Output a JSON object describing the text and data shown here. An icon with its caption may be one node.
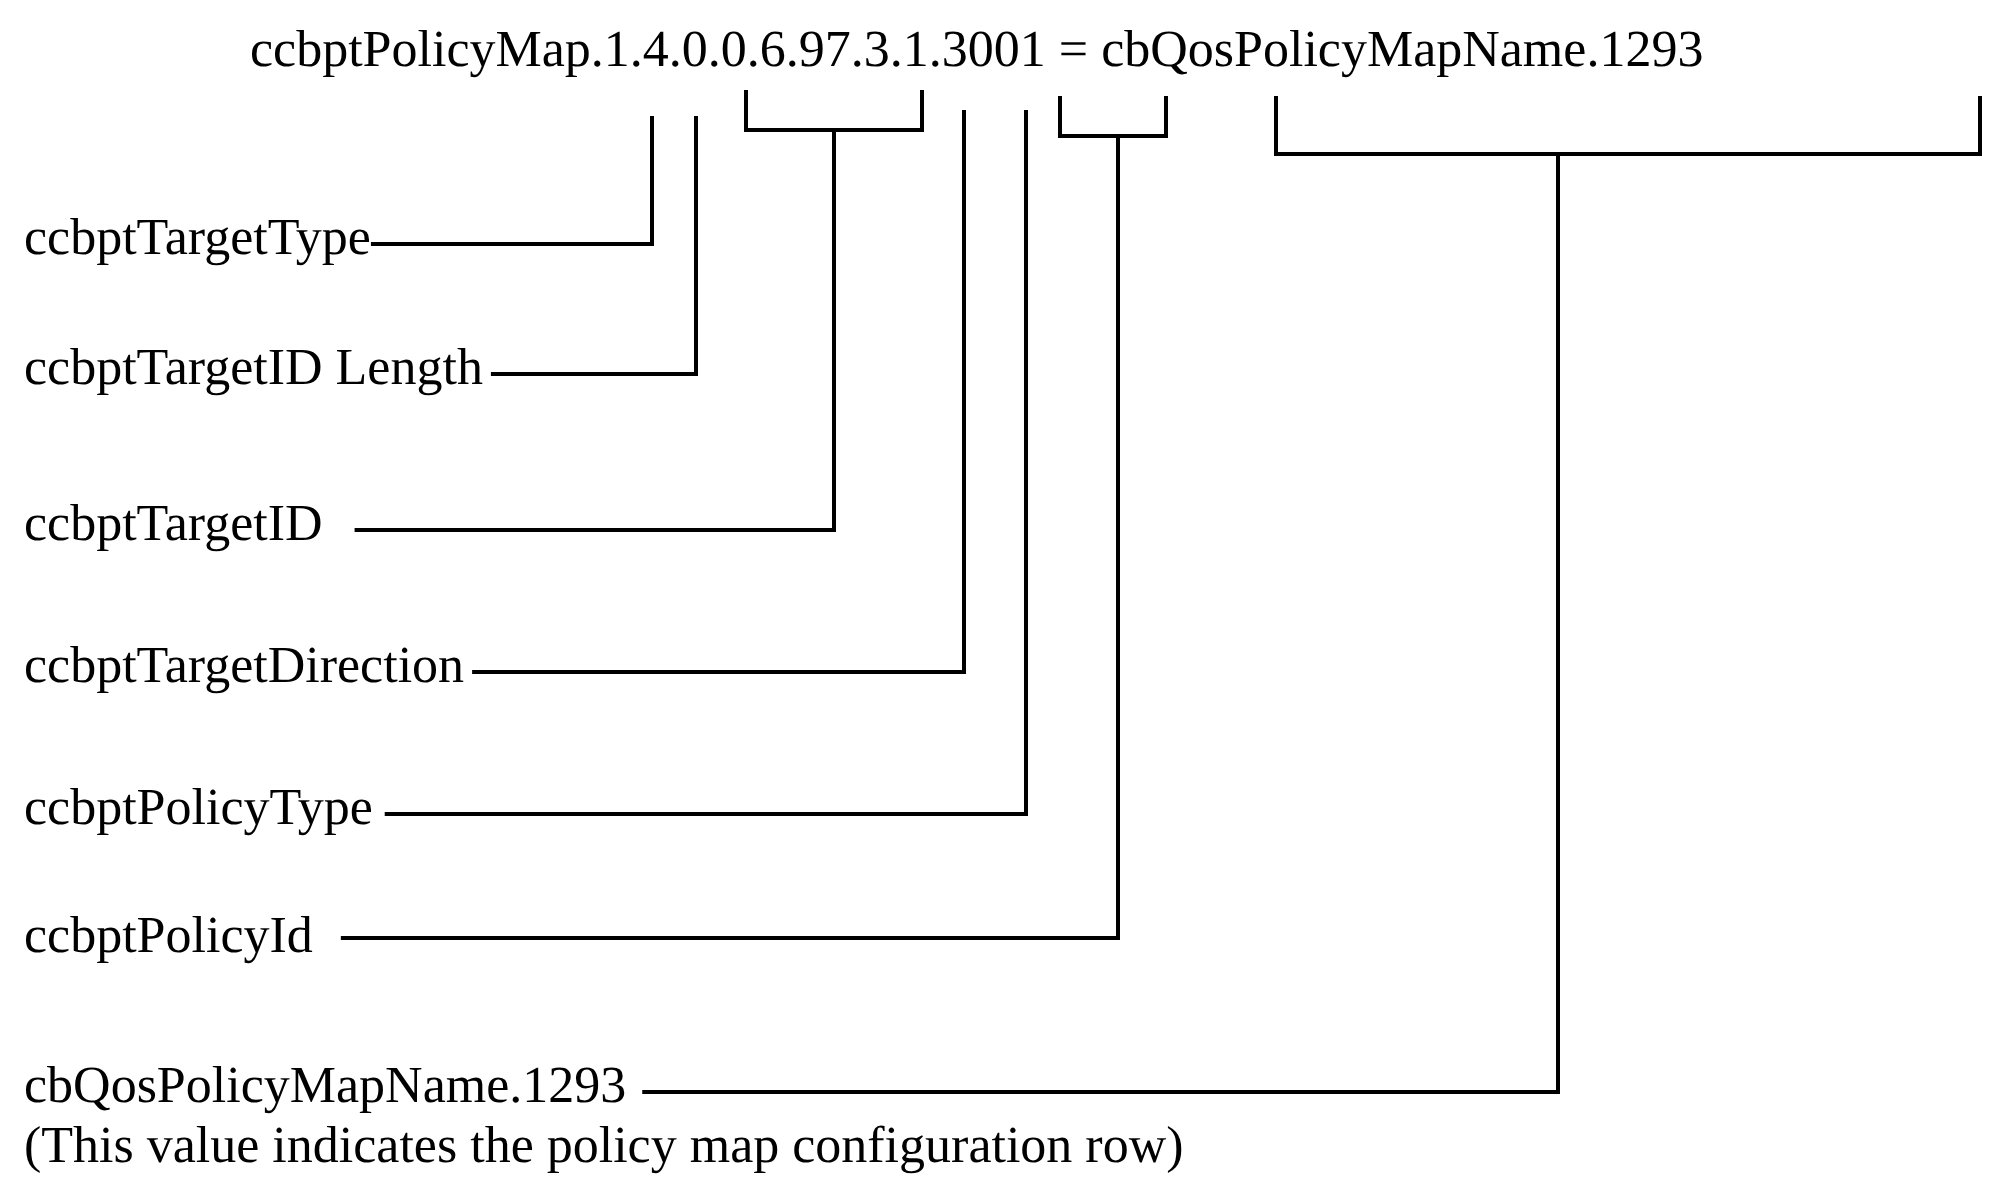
{
  "diagram": {
    "nodes": [
      {
        "text": [
          "ccbptPolicyMap.1.4.0.0.6.97.3.1.3001 = cbQosPolicyMapName.1293"
        ]
      },
      {
        "text": [
          "ccbptTargetType"
        ]
      },
      {
        "text": [
          "ccbptTargetID Length"
        ]
      },
      {
        "text": [
          "ccbptTargetID"
        ]
      },
      {
        "text": [
          "ccbptTargetDirection"
        ]
      },
      {
        "text": [
          "ccbptPolicyType"
        ]
      },
      {
        "text": [
          "ccbptPolicyId"
        ]
      },
      {
        "text": [
          "cbQosPolicyMapName.1293",
          "(This value indicates the policy map configuration row)"
        ]
      },
      {
        "text": [],
        "shape": "bracket"
      },
      {
        "text": [],
        "shape": "bracket"
      },
      {
        "text": [],
        "shape": "bracket"
      }
    ],
    "edges": [
      {
        "from": 1,
        "to": 0,
        "arrow": "none"
      },
      {
        "from": 2,
        "to": 0,
        "arrow": "none"
      },
      {
        "from": 3,
        "to": 8,
        "arrow": "none"
      },
      {
        "from": 4,
        "to": 0,
        "arrow": "none"
      },
      {
        "from": 5,
        "to": 0,
        "arrow": "none"
      },
      {
        "from": 6,
        "to": 9,
        "arrow": "none"
      },
      {
        "from": 7,
        "to": 10,
        "arrow": "none"
      }
    ]
  }
}
